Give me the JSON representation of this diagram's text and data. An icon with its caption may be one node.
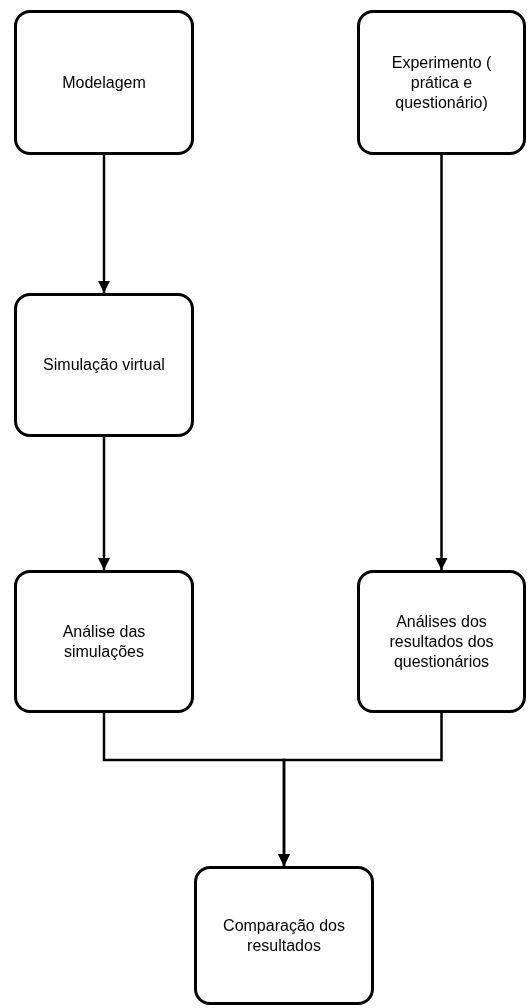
{
  "diagram": {
    "nodes": [
      {
        "text": [
          "Modelagem"
        ]
      },
      {
        "text": [
          "Experimento ( prática e questionário)"
        ]
      },
      {
        "text": [
          "Simulação virtual"
        ]
      },
      {
        "text": [
          "Análise das simulações"
        ]
      },
      {
        "text": [
          "Análises dos resultados dos questionários"
        ]
      },
      {
        "text": [
          "Comparação dos resultados"
        ]
      }
    ],
    "edges": [
      {
        "from": 0,
        "to": 2,
        "arrow": "to"
      },
      {
        "from": 2,
        "to": 3,
        "arrow": "to"
      },
      {
        "from": 1,
        "to": 4,
        "arrow": "to"
      },
      {
        "from": 3,
        "to": 5,
        "arrow": "to"
      },
      {
        "from": 4,
        "to": 5,
        "arrow": "to"
      }
    ]
  }
}
